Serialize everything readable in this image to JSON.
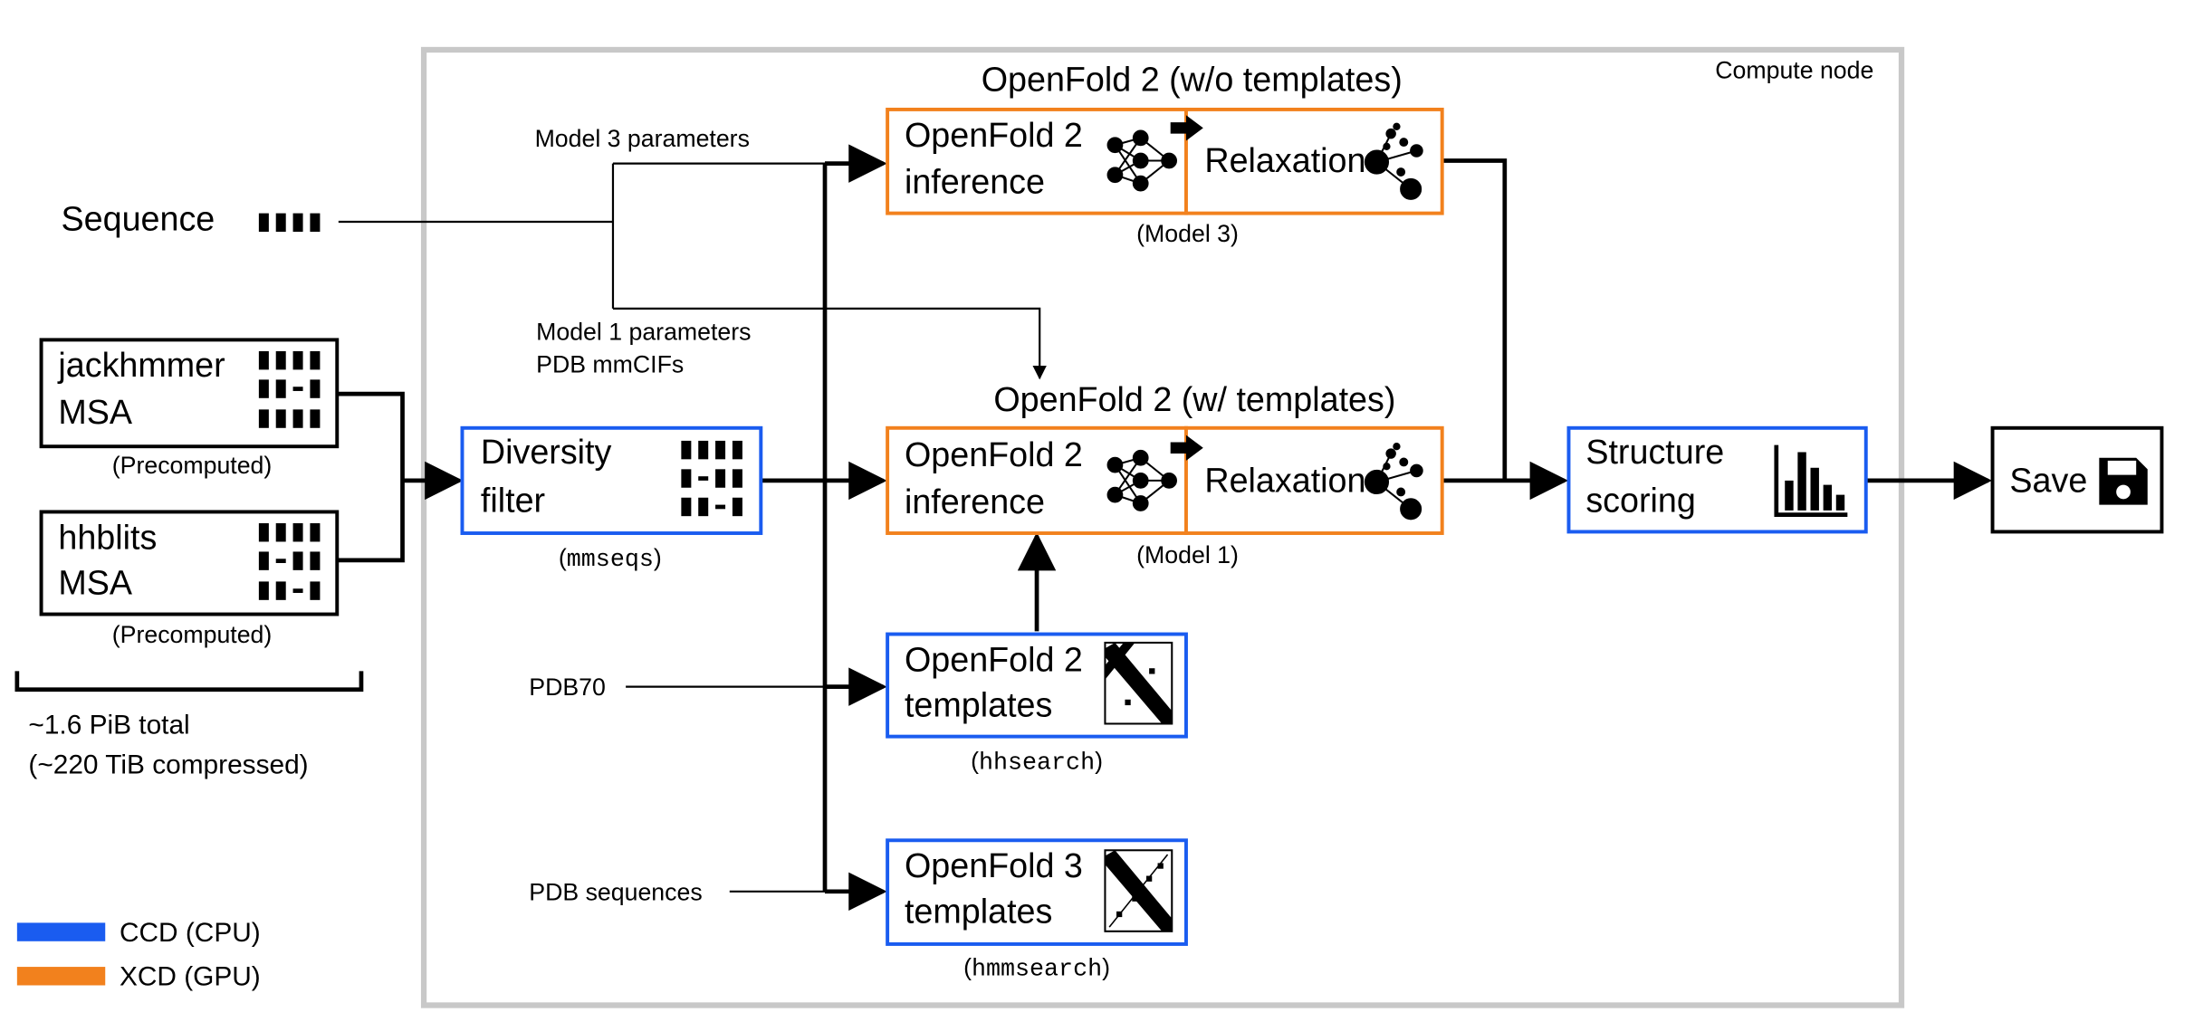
{
  "colors": {
    "ccd": "#1a5cf0",
    "xcd": "#f2811d",
    "node_border": "#c8c8c8"
  },
  "compute_node": {
    "label": "Compute node"
  },
  "inputs": {
    "sequence_label": "Sequence",
    "jackhmmer": {
      "line1": "jackhmmer",
      "line2": "MSA",
      "note": "(Precomputed)"
    },
    "hhblits": {
      "line1": "hhblits",
      "line2": "MSA",
      "note": "(Precomputed)"
    },
    "storage": {
      "line1": "~1.6 PiB total",
      "line2": "(~220 TiB compressed)"
    }
  },
  "params": {
    "model3": "Model 3 parameters",
    "model1": "Model 1 parameters",
    "pdb_mmcifs": "PDB mmCIFs",
    "pdb70": "PDB70",
    "pdb_sequences": "PDB sequences"
  },
  "diversity_filter": {
    "line1": "Diversity",
    "line2": "filter",
    "note_prefix": "(",
    "note_tool": "mmseqs",
    "note_suffix": ")"
  },
  "wo_templates": {
    "title": "OpenFold 2 (w/o templates)",
    "inference_line1": "OpenFold 2",
    "inference_line2": "inference",
    "relaxation": "Relaxation",
    "model_note": "(Model 3)"
  },
  "w_templates": {
    "title": "OpenFold 2 (w/ templates)",
    "inference_line1": "OpenFold 2",
    "inference_line2": "inference",
    "relaxation": "Relaxation",
    "model_note": "(Model 1)"
  },
  "of2_templates": {
    "line1": "OpenFold 2",
    "line2": "templates",
    "note_prefix": "(",
    "note_tool": "hhsearch",
    "note_suffix": ")"
  },
  "of3_templates": {
    "line1": "OpenFold 3",
    "line2": "templates",
    "note_prefix": "(",
    "note_tool": "hmmsearch",
    "note_suffix": ")"
  },
  "structure_scoring": {
    "line1": "Structure",
    "line2": "scoring"
  },
  "save": {
    "label": "Save"
  },
  "legend": [
    {
      "label": "CCD (CPU)",
      "color": "#1a5cf0"
    },
    {
      "label": "XCD (GPU)",
      "color": "#f2811d"
    }
  ]
}
